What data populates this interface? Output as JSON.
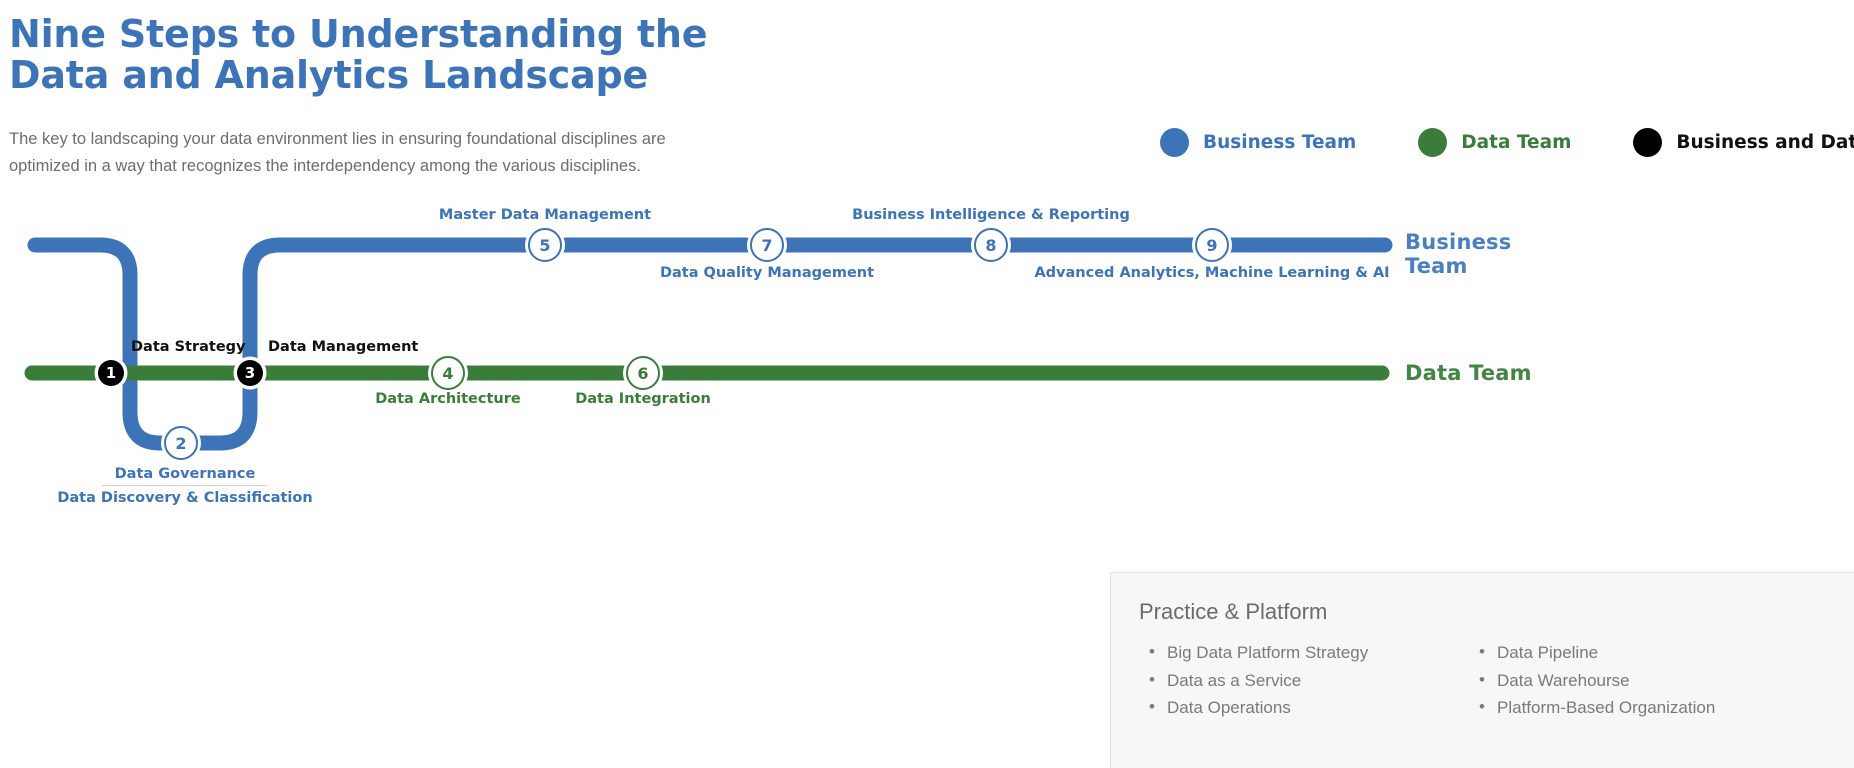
{
  "header": {
    "title": "Nine Steps to Understanding the\nData and Analytics Landscape",
    "subtitle": "The key to landscaping your data environment lies in ensuring foundational disciplines are\noptimized in a way that recognizes the interdependency among the various disciplines."
  },
  "legend": {
    "items": [
      {
        "label": "Business Team",
        "color": "#3d74b8"
      },
      {
        "label": "Data Team",
        "color": "#3a7d3a"
      },
      {
        "label": "Business and Data Team",
        "color": "#000000"
      }
    ]
  },
  "tracks": {
    "business": {
      "label": "Business\nTeam",
      "color": "#3d74b8"
    },
    "data": {
      "label": "Data Team",
      "color": "#3a7d3a"
    }
  },
  "chart_data": {
    "type": "diagram",
    "title": "Nine Steps to Understanding the Data and Analytics Landscape",
    "steps": [
      {
        "number": "1",
        "label": "Data Strategy",
        "owner": "Business and Data Team",
        "color": "#000000",
        "track": "both"
      },
      {
        "number": "2",
        "label": "Data Governance",
        "sublabel": "Data Discovery & Classification",
        "owner": "Business Team",
        "color": "#3d74b8",
        "track": "business"
      },
      {
        "number": "3",
        "label": "Data Management",
        "owner": "Business and Data Team",
        "color": "#000000",
        "track": "both"
      },
      {
        "number": "4",
        "label": "Data Architecture",
        "owner": "Data Team",
        "color": "#3a7d3a",
        "track": "data"
      },
      {
        "number": "5",
        "label": "Master Data Management",
        "owner": "Business Team",
        "color": "#3d74b8",
        "track": "business"
      },
      {
        "number": "6",
        "label": "Data Integration",
        "owner": "Data Team",
        "color": "#3a7d3a",
        "track": "data"
      },
      {
        "number": "7",
        "label": "Data Quality Management",
        "owner": "Business Team",
        "color": "#3d74b8",
        "track": "business"
      },
      {
        "number": "8",
        "label": "Business Intelligence & Reporting",
        "owner": "Business Team",
        "color": "#3d74b8",
        "track": "business"
      },
      {
        "number": "9",
        "label": "Advanced Analytics, Machine Learning & AI",
        "owner": "Business Team",
        "color": "#3d74b8",
        "track": "business"
      }
    ]
  },
  "panel": {
    "title": "Practice & Platform",
    "column_left": [
      "Big Data Platform Strategy",
      "Data as a Service",
      "Data Operations"
    ],
    "column_right": [
      "Data Pipeline",
      "Data Warehourse",
      "Platform-Based Organization"
    ]
  }
}
